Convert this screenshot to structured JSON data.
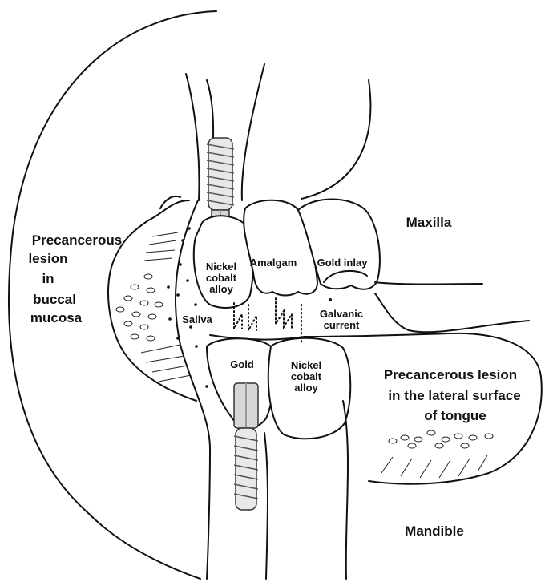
{
  "labels": {
    "maxilla": "Maxilla",
    "mandible": "Mandible",
    "buccal_lesion": [
      "Precancerous",
      "lesion",
      "in",
      "buccal",
      "mucosa"
    ],
    "tongue_lesion": [
      "Precancerous lesion",
      "in the lateral surface",
      "of tongue"
    ],
    "nickel_cobalt_upper": [
      "Nickel",
      "cobalt",
      "alloy"
    ],
    "amalgam": "Amalgam",
    "gold_inlay": "Gold inlay",
    "saliva": "Saliva",
    "galvanic": [
      "Galvanic",
      "current"
    ],
    "gold": "Gold",
    "nickel_cobalt_lower": [
      "Nickel",
      "cobalt",
      "alloy"
    ]
  }
}
